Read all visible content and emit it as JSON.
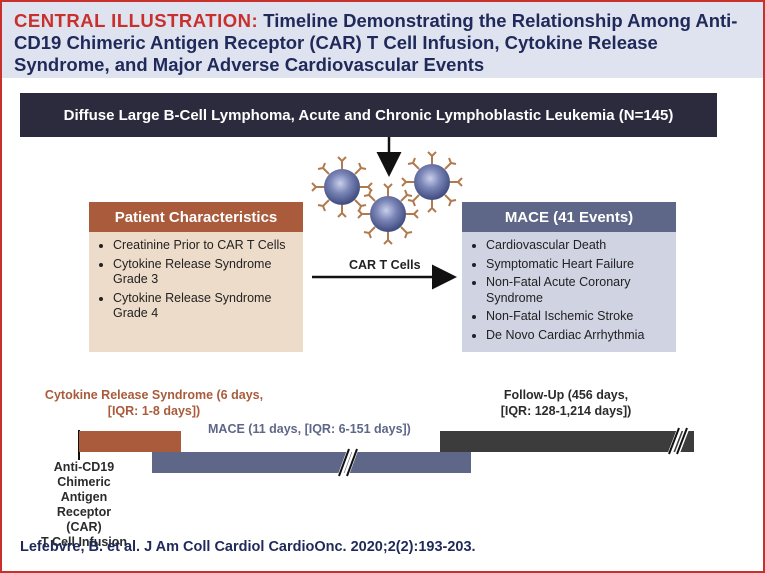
{
  "header": {
    "label": "CENTRAL ILLUSTRATION:",
    "title": "Timeline Demonstrating the Relationship Among Anti-CD19 Chimeric Antigen Receptor (CAR) T Cell Infusion, Cytokine Release Syndrome, and Major Adverse Cardiovascular Events"
  },
  "population": "Diffuse Large B-Cell Lymphoma, Acute and Chronic Lymphoblastic Leukemia (N=145)",
  "patient_characteristics": {
    "title": "Patient Characteristics",
    "items": [
      "Creatinine Prior to CAR T Cells",
      "Cytokine Release Syndrome Grade 3",
      "Cytokine Release Syndrome Grade 4"
    ]
  },
  "mace": {
    "title": "MACE (41 Events)",
    "items": [
      "Cardiovascular Death",
      "Symptomatic Heart Failure",
      "Non-Fatal Acute Coronary Syndrome",
      "Non-Fatal Ischemic Stroke",
      "De Novo Cardiac Arrhythmia"
    ]
  },
  "arrow_label": "CAR T Cells",
  "timeline": {
    "crs": {
      "line1": "Cytokine Release Syndrome (6 days,",
      "line2": "[IQR: 1-8 days])"
    },
    "mace": "MACE (11 days, [IQR: 6-151 days])",
    "followup": {
      "line1": "Follow-Up (456 days,",
      "line2": "[IQR: 128-1,214 days])"
    },
    "infusion": {
      "line1": "Anti-CD19",
      "line2": "Chimeric Antigen",
      "line3": "Receptor (CAR)",
      "line4": "T Cell Infusion"
    }
  },
  "colors": {
    "accent_red": "#c8302c",
    "navy": "#1f2a5a",
    "brown": "#a95b3b",
    "slate": "#5f6788",
    "dark": "#2b2b3d"
  },
  "citation": "Lefebvre, B. et al. J Am Coll Cardiol CardioOnc. 2020;2(2):193-203."
}
